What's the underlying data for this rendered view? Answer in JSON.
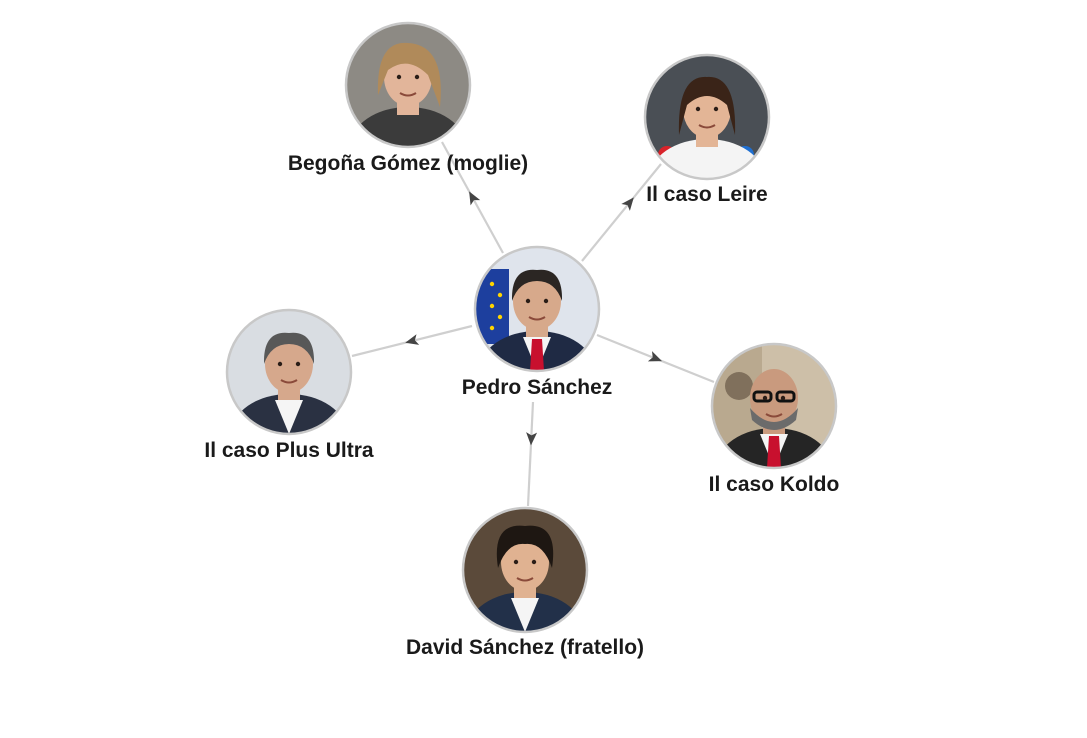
{
  "diagram": {
    "type": "network",
    "center": {
      "id": "center",
      "label": "Pedro Sánchez",
      "photo": "portrait-man-suit-red-tie-eu-flag",
      "bg": "#dfe4ec",
      "hair": "#2b2623",
      "skin": "#d7a98b",
      "clothes": "#1f2a44",
      "accent": "#c8102e"
    },
    "nodes": [
      {
        "id": "begona",
        "label": "Begoña Gómez (moglie)",
        "photo": "portrait-woman-blonde-hair",
        "bg": "#8d8a84",
        "hair": "#b08a5a",
        "skin": "#e2b59a",
        "clothes": "#3b3b3b",
        "accent": "#3b3b3b"
      },
      {
        "id": "leire",
        "label": "Il caso Leire",
        "photo": "woman-at-press-microphones",
        "bg": "#4a4f55",
        "hair": "#3a2418",
        "skin": "#e3b596",
        "clothes": "#f4f4f4",
        "accent": "#2ea44f"
      },
      {
        "id": "koldo",
        "label": "Il caso Koldo",
        "photo": "man-bald-glasses-beard-red-tie",
        "bg": "#cdbfa8",
        "hair": "#3a3a3a",
        "skin": "#c99a7e",
        "clothes": "#252525",
        "accent": "#c8102e"
      },
      {
        "id": "david",
        "label": "David Sánchez (fratello)",
        "photo": "portrait-young-man-curly-hair",
        "bg": "#5b4a3a",
        "hair": "#1e1712",
        "skin": "#e0b291",
        "clothes": "#223049",
        "accent": "#f0f0f0"
      },
      {
        "id": "plus_ultra",
        "label": "Il caso Plus Ultra",
        "photo": "portrait-older-man-grey-hair",
        "bg": "#d9dde2",
        "hair": "#585858",
        "skin": "#d6a88c",
        "clothes": "#2a3142",
        "accent": "#2a3142"
      }
    ],
    "edges": [
      {
        "from": "center",
        "to": "begona",
        "direction": "outward"
      },
      {
        "from": "center",
        "to": "leire",
        "direction": "outward"
      },
      {
        "from": "center",
        "to": "koldo",
        "direction": "outward"
      },
      {
        "from": "center",
        "to": "david",
        "direction": "outward"
      },
      {
        "from": "center",
        "to": "plus_ultra",
        "direction": "outward"
      }
    ],
    "colors": {
      "edge": "#cfcfcf",
      "arrow": "#444444",
      "label": "#1a1a1a",
      "ring": "#c8c8c8"
    }
  }
}
